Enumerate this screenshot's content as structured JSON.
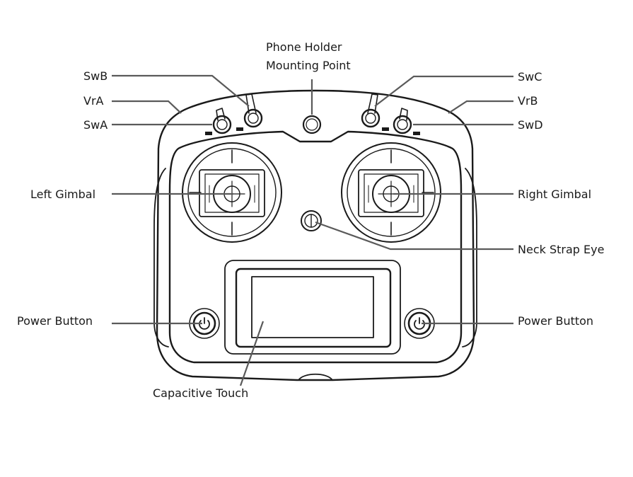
{
  "labels": {
    "phone_holder_line1": "Phone Holder",
    "phone_holder_line2": "Mounting Point",
    "swb": "SwB",
    "vra": "VrA",
    "swa": "SwA",
    "swc": "SwC",
    "vrb": "VrB",
    "swd": "SwD",
    "left_gimbal": "Left Gimbal",
    "right_gimbal": "Right Gimbal",
    "neck_strap_eye": "Neck Strap Eye",
    "power_button_left": "Power Button",
    "power_button_right": "Power Button",
    "capacitive_touch": "Capacitive Touch"
  },
  "icons": {
    "power": "power-icon"
  },
  "colors": {
    "ink": "#1a1a1a",
    "leader": "#5a5a5a",
    "background": "#ffffff"
  }
}
